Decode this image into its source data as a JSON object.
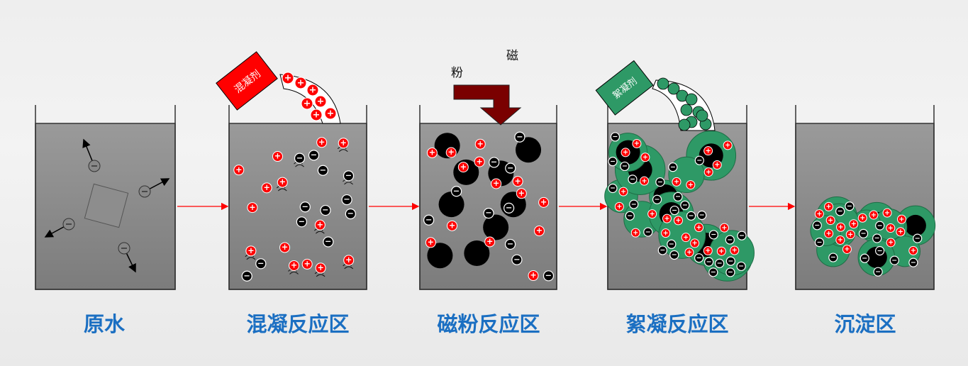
{
  "stages": [
    {
      "label": "原水"
    },
    {
      "label": "混凝反应区"
    },
    {
      "label": "磁粉反应区"
    },
    {
      "label": "絮凝反应区"
    },
    {
      "label": "沉淀区"
    }
  ],
  "coagulant_bag": {
    "label": "混凝剂",
    "color": "#ff0000"
  },
  "flocculant_bag": {
    "label": "絮凝剂",
    "color": "#2e9966"
  },
  "magnetic_powder": {
    "label_char1": "磁",
    "label_char2": "粉",
    "arrow_color": "#7a0000"
  },
  "colors": {
    "water": "#8a8a8a",
    "flow_arrow": "#ff0000",
    "label": "#1b6fc2",
    "positive": "#ff0000",
    "negative": "#000000"
  },
  "symbols": {
    "positive": "+",
    "negative": "−"
  }
}
